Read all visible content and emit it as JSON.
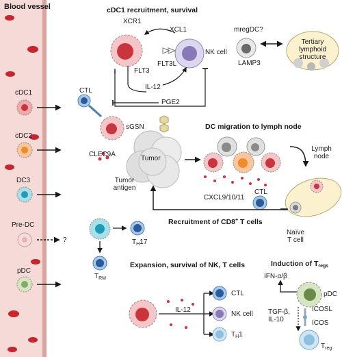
{
  "vessel": {
    "title": "Blood vessel",
    "cells": [
      "cDC1",
      "cDC2",
      "DC3",
      "Pre-DC",
      "pDC"
    ],
    "question": "?"
  },
  "recruitment": {
    "title": "cDC1 recruitment, survival",
    "xcr1": "XCR1",
    "xcl1": "XCL1",
    "nk": "NK cell",
    "flt3": "FLT3",
    "flt3l": "FLT3L",
    "il12": "IL-12"
  },
  "tls": {
    "mregdc": "mregDC?",
    "lamp3": "LAMP3",
    "structure": "Tertiary lymphoid structure"
  },
  "tumor_area": {
    "ctl": "CTL",
    "pge2": "PGE2",
    "sgsn": "sGSN",
    "clec9a": "CLEC9A",
    "tumor": "Tumor",
    "antigen": "Tumor antigen"
  },
  "migration": {
    "title": "DC migration to lymph node",
    "lymph_node": "Lymph node",
    "cxcl": "CXCL9/10/11",
    "ctl": "CTL",
    "recruit": "Recruitment of CD8",
    "recruit_sup": "+",
    "recruit_end": " T cells",
    "naive": "Naïve T cell"
  },
  "dc3": {
    "th": "T",
    "th_sub": "H",
    "th_end": "17",
    "trm": "T",
    "trm_sub": "RM"
  },
  "expansion": {
    "title": "Expansion, survival of NK, T cells",
    "il12": "IL-12",
    "ctl": "CTL",
    "nk": "NK cell",
    "th1": "T",
    "th1_sub": "H",
    "th1_end": "1"
  },
  "treg": {
    "title": "Induction of T",
    "title_sub": "regs",
    "ifn": "IFN-α/β",
    "pdc": "pDC",
    "tgf": "TGF-β, IL-10",
    "icosl": "ICOSL",
    "icos": "ICOS",
    "treg": "T",
    "treg_sub": "reg"
  }
}
